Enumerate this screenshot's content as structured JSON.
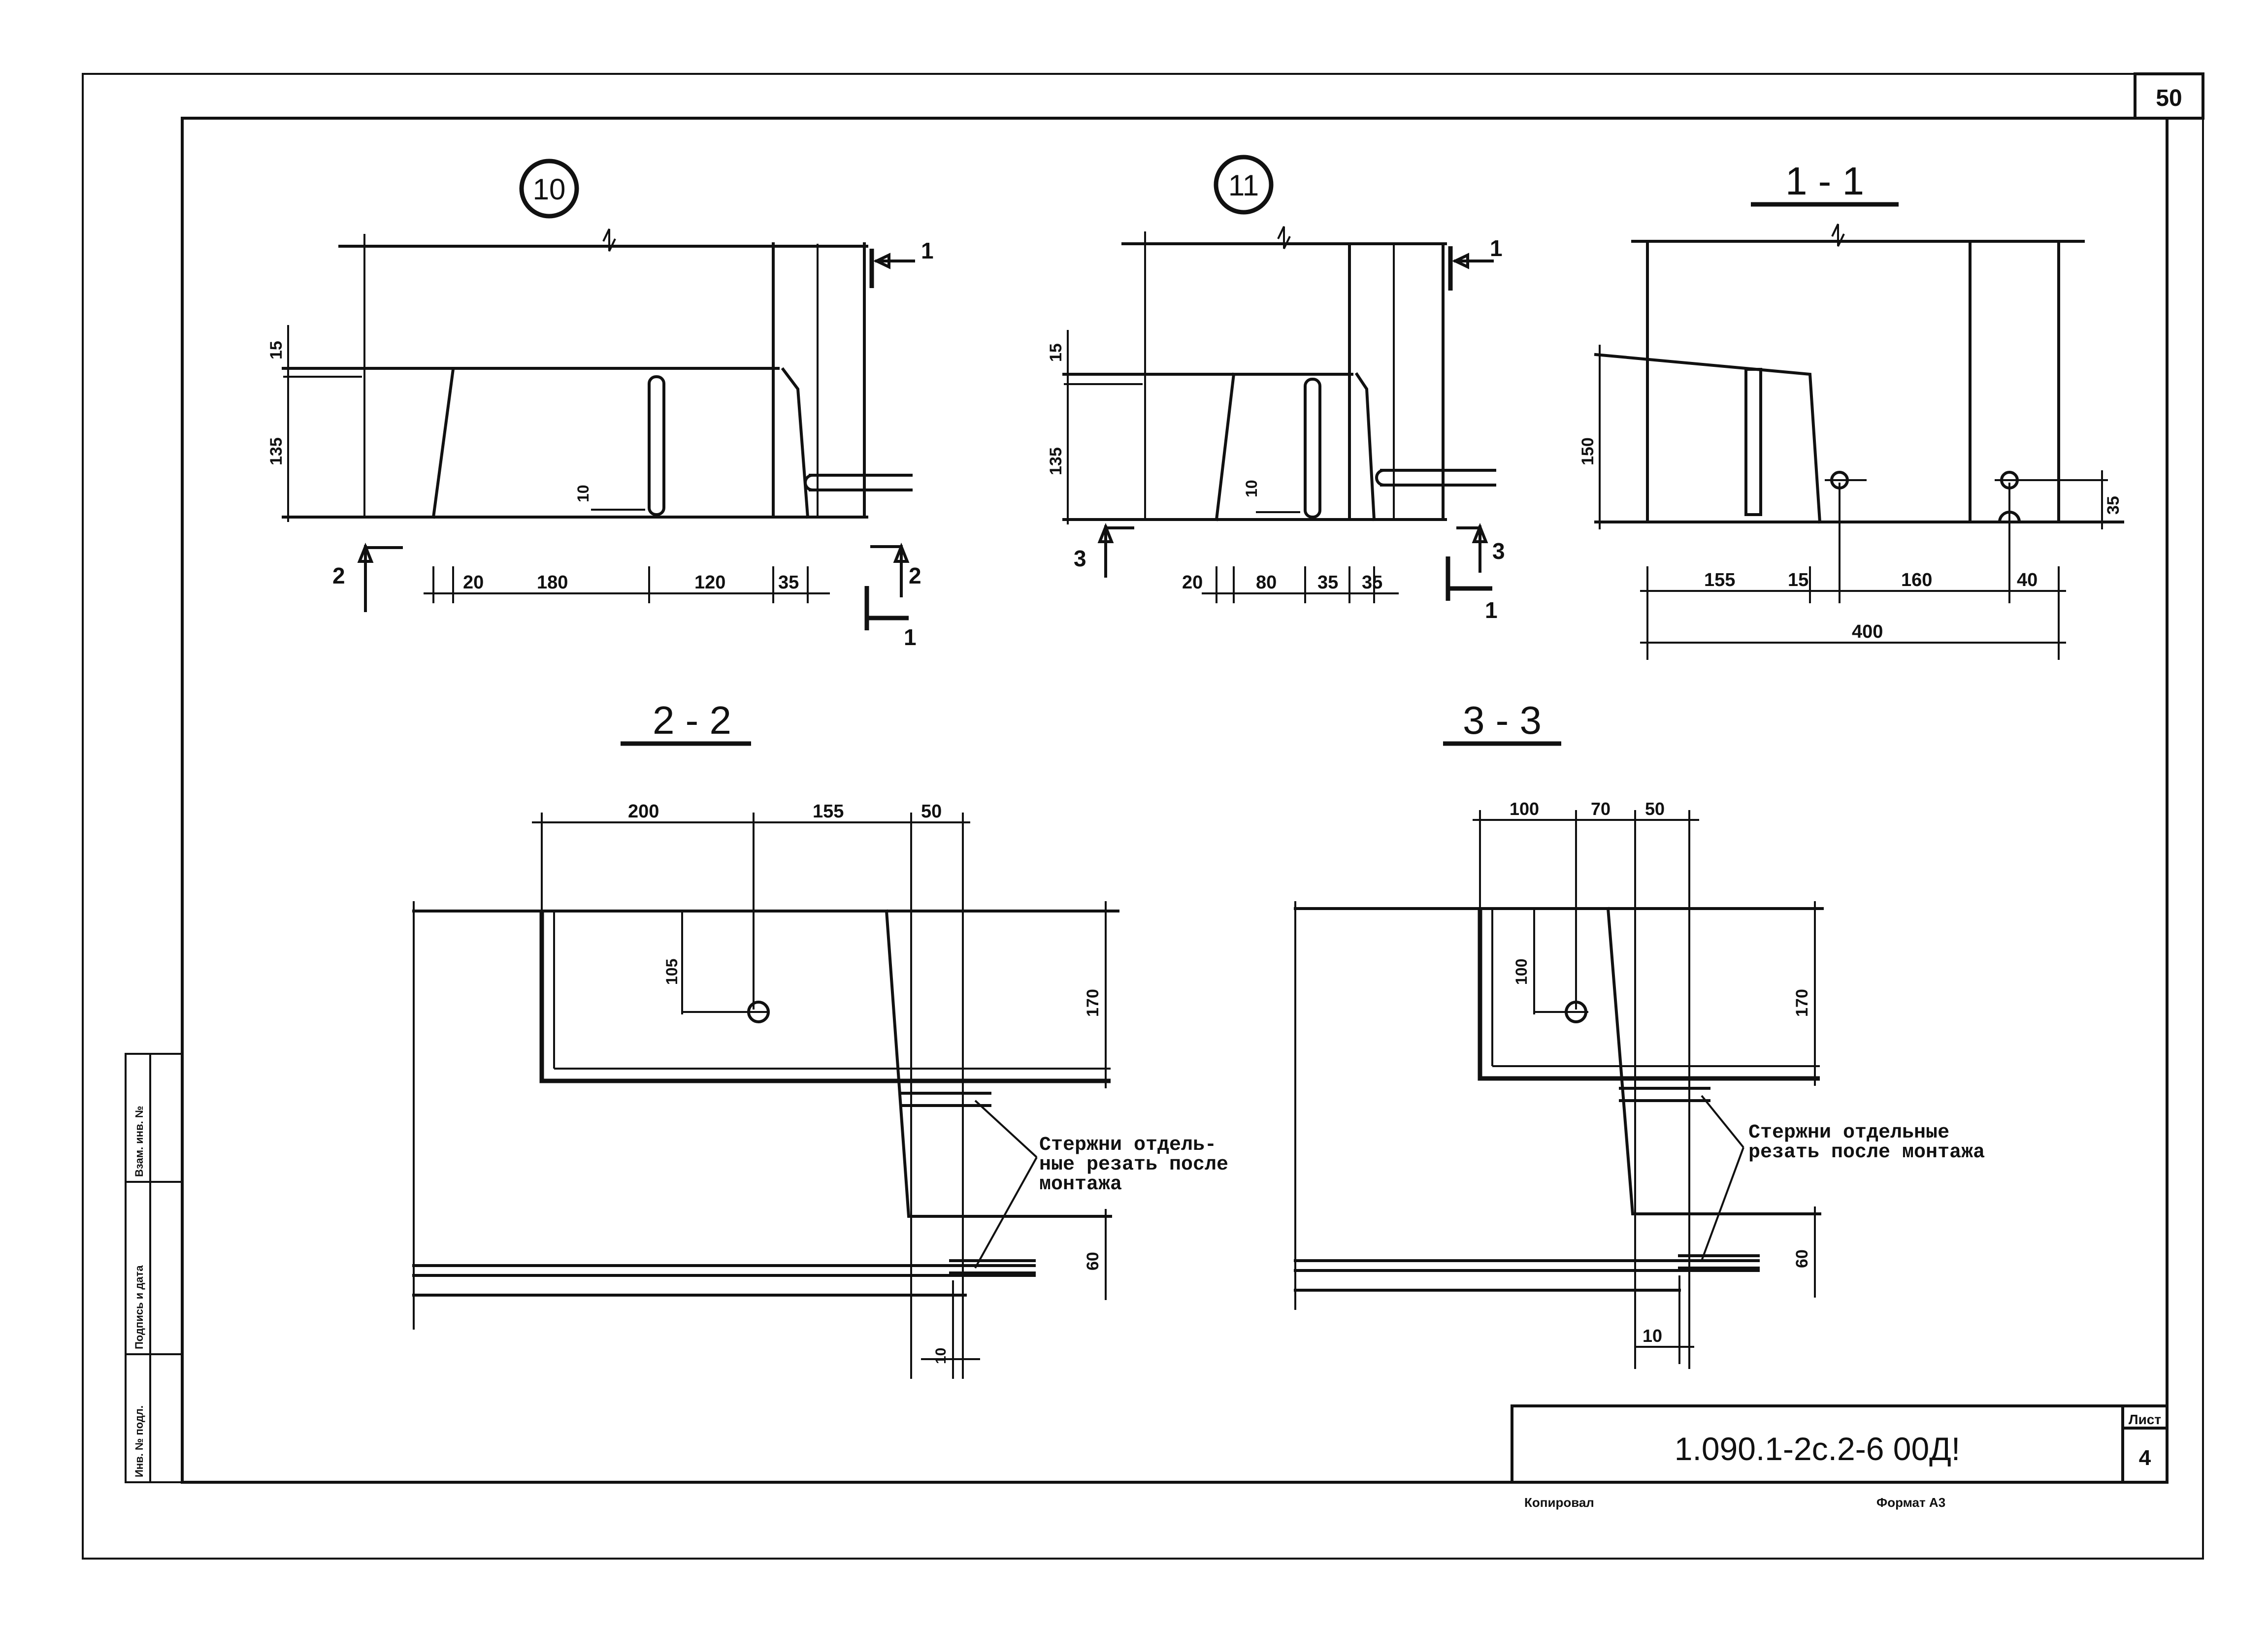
{
  "sheet_number": "50",
  "views": {
    "v10": {
      "mark": "10"
    },
    "v11": {
      "mark": "11"
    },
    "s11": {
      "title": "1 - 1"
    },
    "s22": {
      "title": "2 - 2"
    },
    "s33": {
      "title": "3 - 3"
    }
  },
  "dims": {
    "v10": {
      "h_top": "15",
      "h_main": "135",
      "h_small": "10",
      "d1": "20",
      "d2": "180",
      "d3": "120",
      "d4": "35"
    },
    "v11": {
      "h_top": "15",
      "h_main": "135",
      "h_small": "10",
      "d1": "20",
      "d2": "80",
      "d3": "35",
      "d4": "35"
    },
    "s11": {
      "h_main": "150",
      "h_right": "35",
      "d1": "155",
      "d2": "15",
      "d3": "160",
      "d4": "40",
      "total": "400"
    },
    "s22": {
      "t1": "200",
      "t2": "155",
      "t3": "50",
      "v1": "105",
      "v2": "170",
      "v3": "60",
      "b1": "10"
    },
    "s33": {
      "t1": "100",
      "t2": "70",
      "t3": "50",
      "v1": "100",
      "v2": "170",
      "v3": "60",
      "b1": "10"
    }
  },
  "section_marks": {
    "m1": "1",
    "m1b": "1",
    "m2": "2",
    "m2b": "2",
    "m3": "3",
    "m3b": "3",
    "m1c": "1",
    "m1d": "1"
  },
  "notes": {
    "s22": [
      "Стержни отдель-",
      "ные резать после",
      "монтажа"
    ],
    "s33": [
      "Стержни отдельные",
      "резать после монтажа"
    ]
  },
  "stamp": {
    "designation": "1.090.1-2с.2-6  00Д!",
    "sheet_label": "Лист",
    "sheet_no": "4",
    "copied": "Копировал",
    "format": "Формат А3"
  },
  "side_stamp": {
    "cells": [
      "Взам. инв. №",
      "Подпись и дата",
      "Инв. № подл."
    ]
  }
}
